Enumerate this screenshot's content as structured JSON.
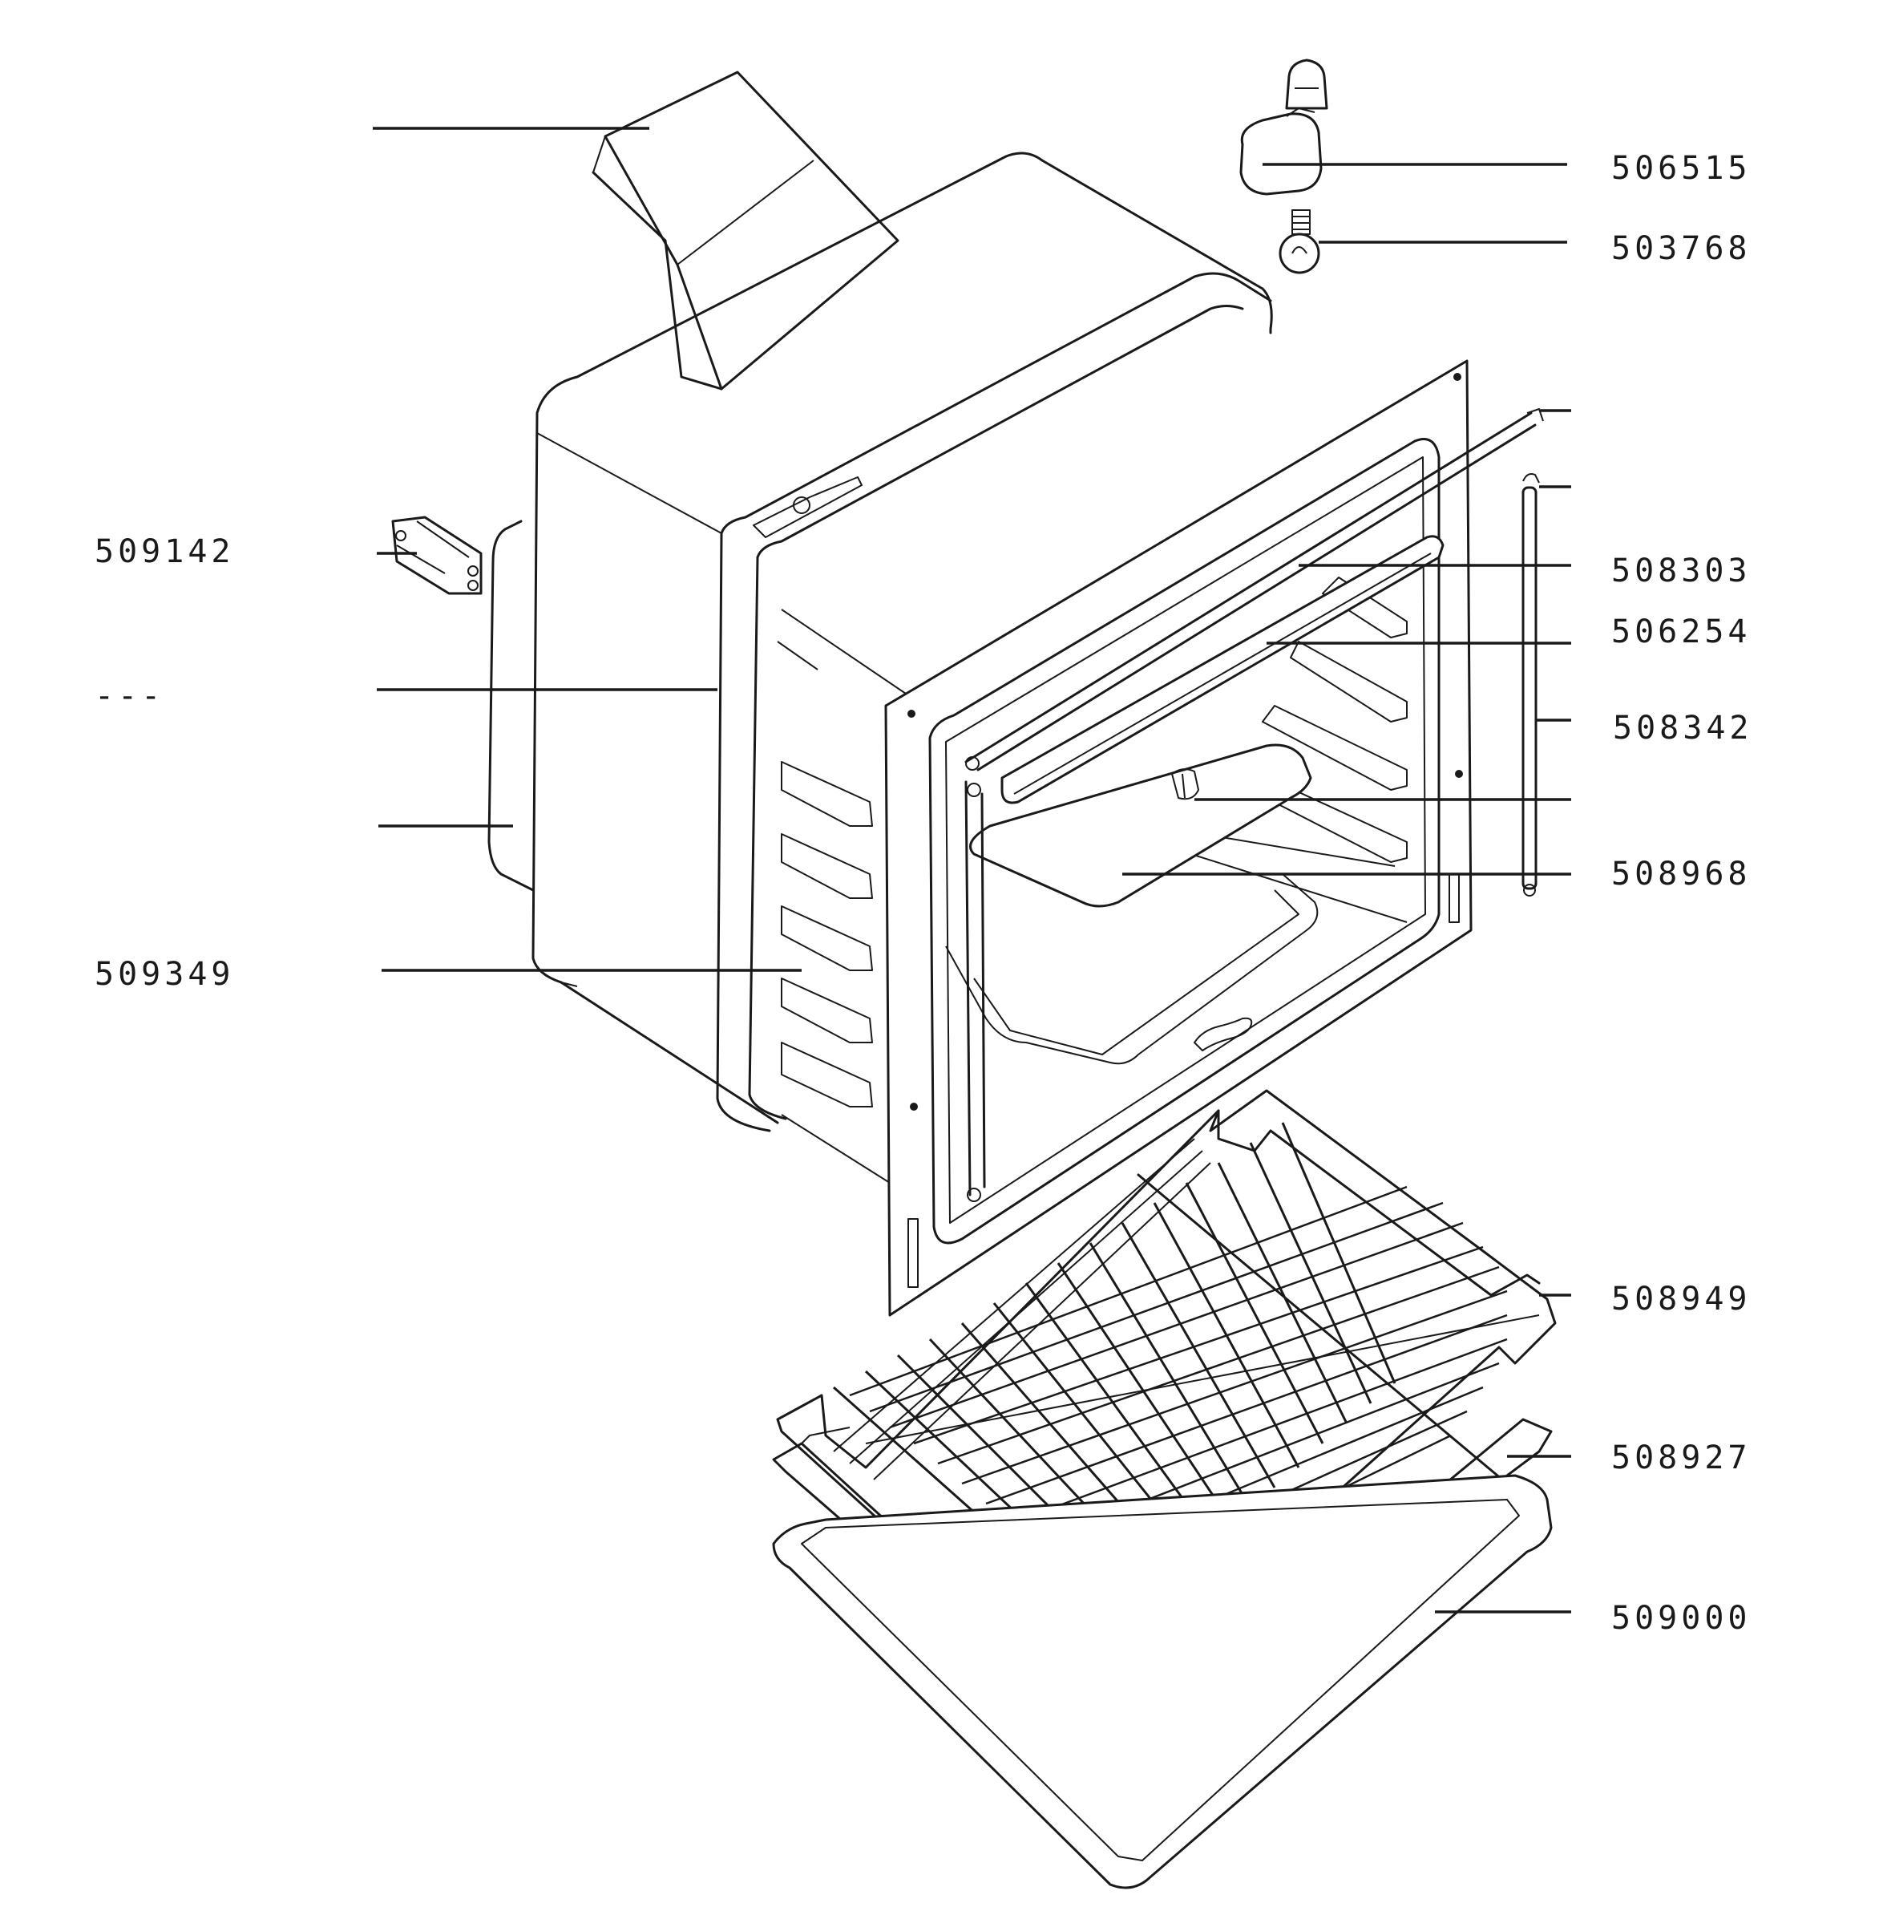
{
  "labels": {
    "lamp_cover": "506515",
    "lamp_bulb": "503768",
    "hinge_bracket": "509142",
    "dash": "---",
    "side_runners": "509349",
    "top_element": "508303",
    "grill_shield": "506254",
    "side_element": "508342",
    "baffle_plate": "508968",
    "grill_pan_rack": "508949",
    "grill_pan": "508927",
    "drip_tray": "509000"
  },
  "colors": {
    "ink": "#1a1a1a",
    "paper": "#ffffff"
  }
}
